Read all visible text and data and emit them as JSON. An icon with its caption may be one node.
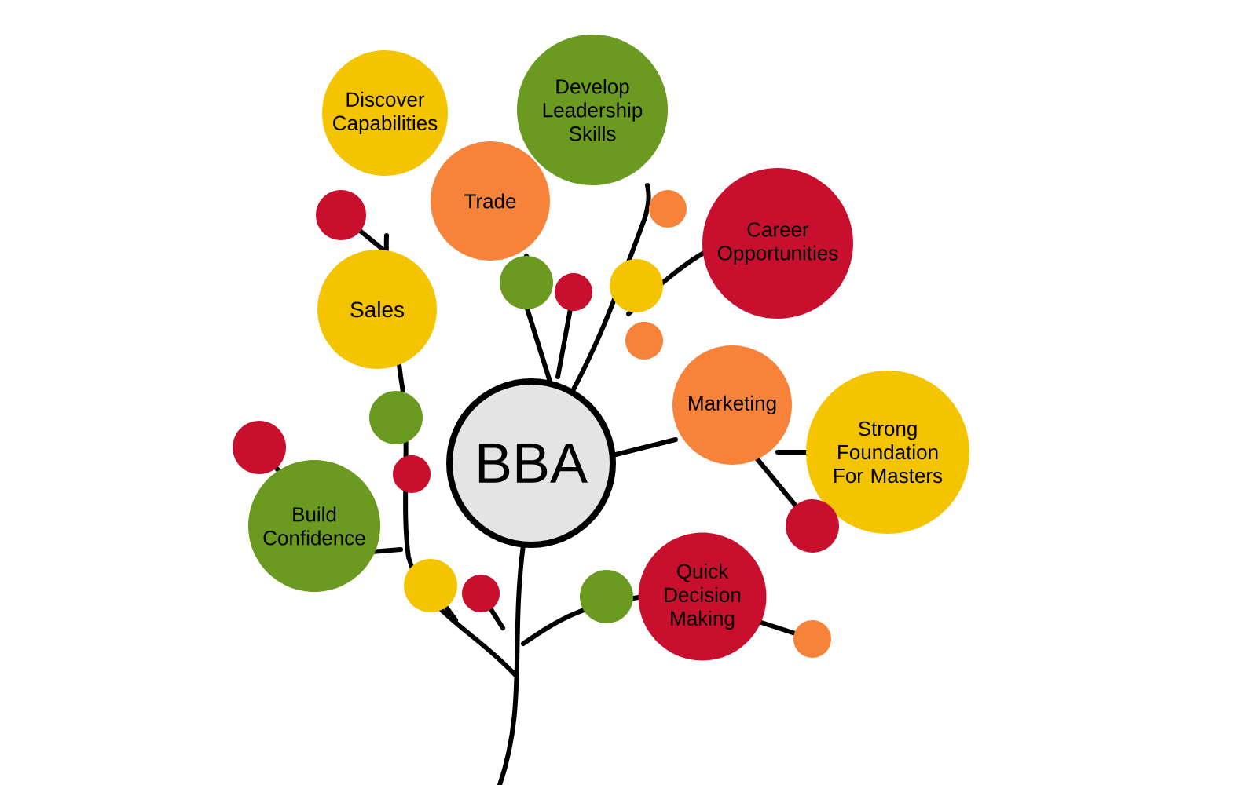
{
  "diagram": {
    "nodes": [
      {
        "text": [
          "Develop Leadership Skills"
        ]
      },
      {
        "text": [
          "Discover Capabilities"
        ]
      },
      {
        "text": [
          "Trade"
        ]
      },
      {
        "text": [],
        "shape": "circle"
      },
      {
        "text": [],
        "shape": "circle"
      },
      {
        "text": [
          "Career Opportunities"
        ]
      },
      {
        "text": [],
        "shape": "circle"
      },
      {
        "text": [],
        "shape": "circle"
      },
      {
        "text": [],
        "shape": "circle"
      },
      {
        "text": [
          "Sales"
        ]
      },
      {
        "text": [],
        "shape": "circle"
      },
      {
        "text": [
          "Marketing"
        ]
      },
      {
        "text": [],
        "shape": "circle"
      },
      {
        "text": [],
        "shape": "circle"
      },
      {
        "text": [
          "BBA"
        ]
      },
      {
        "text": [
          "Strong Foundation For Masters"
        ]
      },
      {
        "text": [],
        "shape": "circle"
      },
      {
        "text": [
          "Build Confidence"
        ]
      },
      {
        "text": [],
        "shape": "circle"
      },
      {
        "text": [],
        "shape": "circle"
      },
      {
        "text": [],
        "shape": "circle"
      },
      {
        "text": [
          "Quick Decision Making"
        ]
      },
      {
        "text": [],
        "shape": "circle"
      },
      {
        "text": [],
        "shape": "circle"
      }
    ]
  }
}
